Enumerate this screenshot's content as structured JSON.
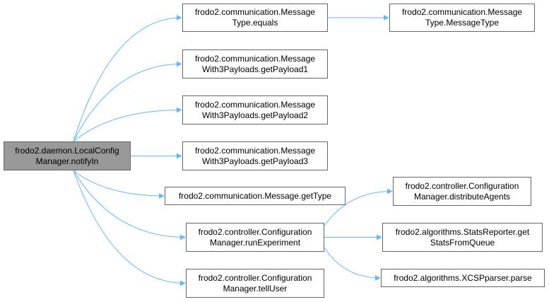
{
  "graph": {
    "edge_color": "#63b8ff",
    "root": {
      "id": "root",
      "lines": [
        "frodo2.daemon.LocalConfig",
        "Manager.notifyIn"
      ]
    },
    "nodes": [
      {
        "id": "mt_equals",
        "lines": [
          "frodo2.communication.Message",
          "Type.equals"
        ]
      },
      {
        "id": "mt_messagetype",
        "lines": [
          "frodo2.communication.Message",
          "Type.MessageType"
        ]
      },
      {
        "id": "payload1",
        "lines": [
          "frodo2.communication.Message",
          "With3Payloads.getPayload1"
        ]
      },
      {
        "id": "payload2",
        "lines": [
          "frodo2.communication.Message",
          "With3Payloads.getPayload2"
        ]
      },
      {
        "id": "payload3",
        "lines": [
          "frodo2.communication.Message",
          "With3Payloads.getPayload3"
        ]
      },
      {
        "id": "gettype",
        "lines": [
          "frodo2.communication.Message.getType"
        ]
      },
      {
        "id": "runexp",
        "lines": [
          "frodo2.controller.Configuration",
          "Manager.runExperiment"
        ]
      },
      {
        "id": "telluser",
        "lines": [
          "frodo2.controller.Configuration",
          "Manager.tellUser"
        ]
      },
      {
        "id": "distribute",
        "lines": [
          "frodo2.controller.Configuration",
          "Manager.distributeAgents"
        ]
      },
      {
        "id": "stats",
        "lines": [
          "frodo2.algorithms.StatsReporter.get",
          "StatsFromQueue"
        ]
      },
      {
        "id": "xcsp",
        "lines": [
          "frodo2.algorithms.XCSPparser.parse"
        ]
      }
    ],
    "edges": [
      {
        "from": "root",
        "to": "mt_equals"
      },
      {
        "from": "root",
        "to": "payload1"
      },
      {
        "from": "root",
        "to": "payload2"
      },
      {
        "from": "root",
        "to": "payload3"
      },
      {
        "from": "root",
        "to": "gettype"
      },
      {
        "from": "root",
        "to": "runexp"
      },
      {
        "from": "root",
        "to": "telluser"
      },
      {
        "from": "mt_equals",
        "to": "mt_messagetype"
      },
      {
        "from": "runexp",
        "to": "distribute"
      },
      {
        "from": "runexp",
        "to": "stats"
      },
      {
        "from": "runexp",
        "to": "xcsp"
      }
    ]
  }
}
